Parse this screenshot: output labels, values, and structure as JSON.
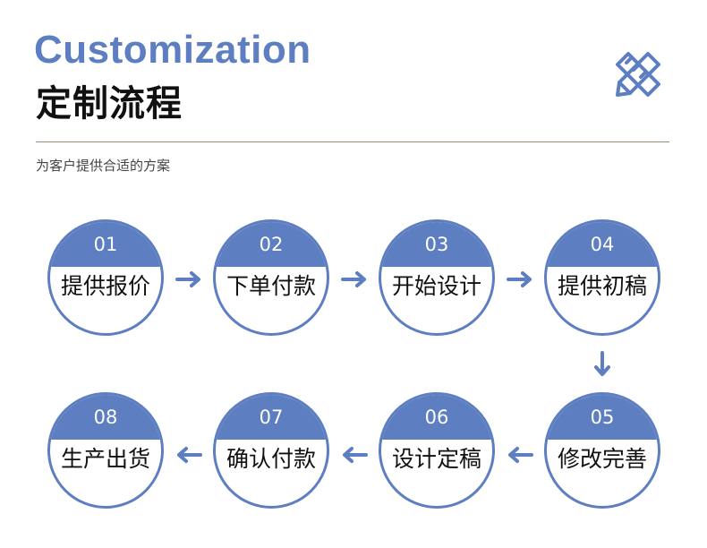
{
  "header": {
    "title_en": "Customization",
    "title_cn": "定制流程",
    "subtitle": "为客户提供合适的方案",
    "logo_icon": "pencil-ruler-icon"
  },
  "colors": {
    "accent": "#5d7ec0",
    "text": "#111111",
    "divider": "#9a8a7a"
  },
  "steps": [
    {
      "num": "01",
      "label": "提供报价"
    },
    {
      "num": "02",
      "label": "下单付款"
    },
    {
      "num": "03",
      "label": "开始设计"
    },
    {
      "num": "04",
      "label": "提供初稿"
    },
    {
      "num": "05",
      "label": "修改完善"
    },
    {
      "num": "06",
      "label": "设计定稿"
    },
    {
      "num": "07",
      "label": "确认付款"
    },
    {
      "num": "08",
      "label": "生产出货"
    }
  ]
}
